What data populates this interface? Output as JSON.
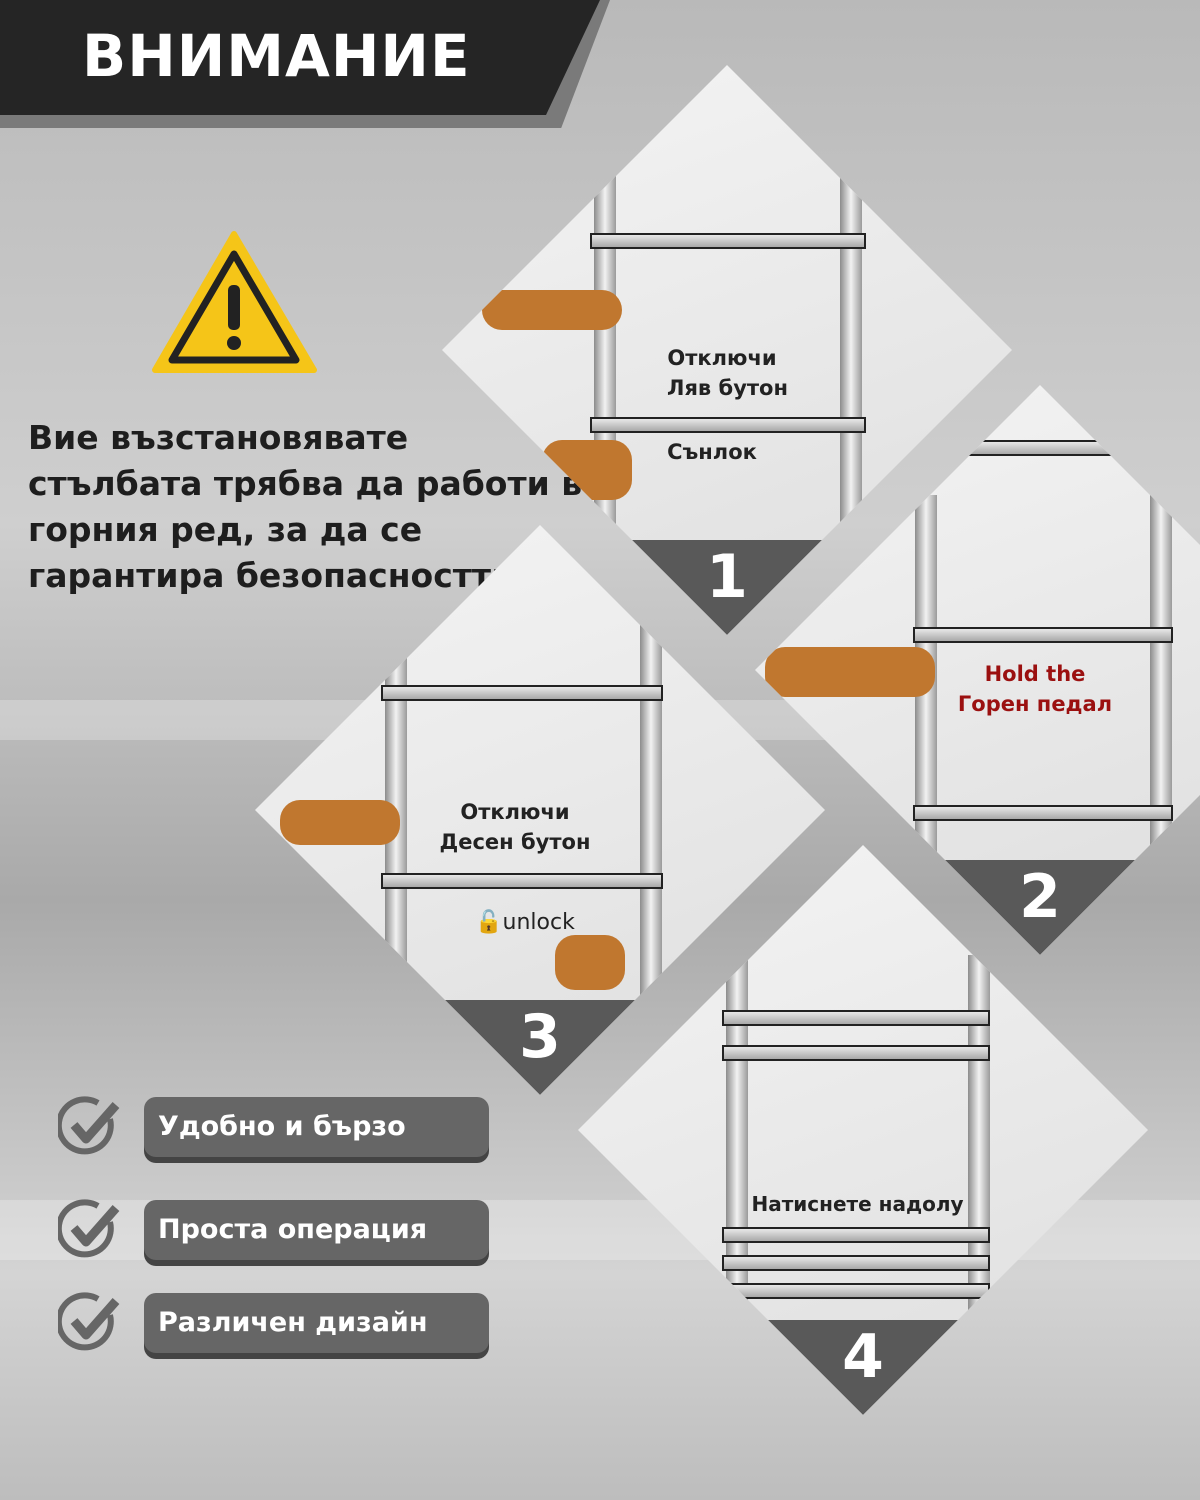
{
  "header": {
    "title": "ВНИМАНИЕ"
  },
  "intro": "Вие възстановявате стълбата трябва да работи в горния ред, за да се гарантира безопасността.",
  "steps": [
    {
      "number": "1",
      "line1": "Отключи",
      "line2": "Ляв бутон",
      "line3": "Сънлок"
    },
    {
      "number": "2",
      "line1": "Hold the",
      "line2": "Горен педал"
    },
    {
      "number": "3",
      "line1": "Отключи",
      "line2": "Десен бутон",
      "line3": "unlock"
    },
    {
      "number": "4",
      "line1": "Натиснете надолу"
    }
  ],
  "features": [
    "Удобно и бързо",
    "Проста операция",
    "Различен дизайн"
  ],
  "colors": {
    "banner": "#252525",
    "pill": "#666666",
    "warning": "#f5c518",
    "red_text": "#9b1010"
  }
}
